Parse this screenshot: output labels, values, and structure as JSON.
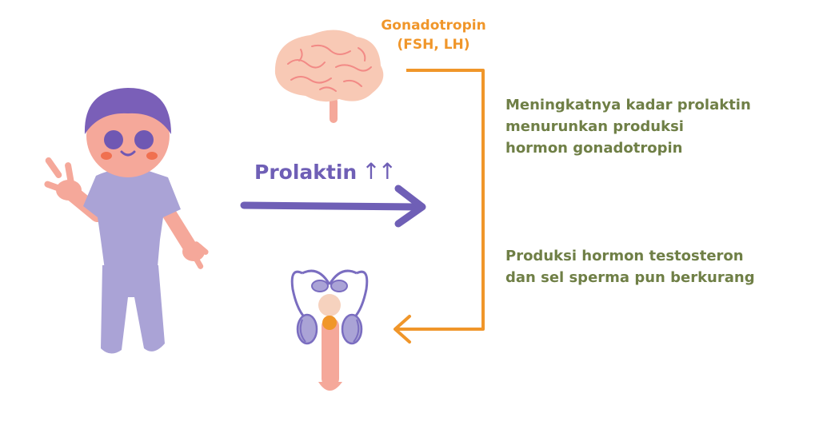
{
  "gonadotropin": {
    "line1": "Gonadotropin",
    "line2": "(FSH, LH)"
  },
  "prolactin": {
    "label": "Prolaktin",
    "arrows": "↑↑"
  },
  "notes": {
    "first": [
      "Meningkatnya kadar prolaktin",
      "menurunkan produksi",
      "hormon gonadotropin"
    ],
    "second": [
      "Produksi hormon testosteron",
      "dan sel sperma pun berkurang"
    ]
  },
  "colors": {
    "orange": "#f0962a",
    "purple": "#6f5fb6",
    "green": "#6f7f46",
    "lavender": "#aaa3d6",
    "skin": "#f5a89a",
    "hair": "#7a5fb8"
  },
  "icons": [
    "boy-figure",
    "brain-icon",
    "reproductive-organ-icon",
    "feedback-arrow",
    "prolactin-arrow"
  ]
}
